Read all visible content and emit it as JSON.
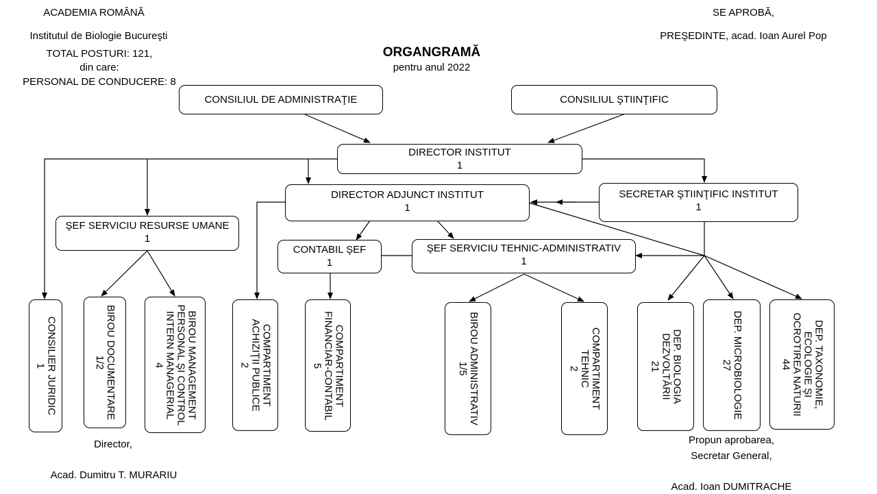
{
  "header": {
    "academy": "ACADEMIA ROMÂNĂ",
    "institute": "Institutul de Biologie Bucureşti",
    "total_posts": "TOTAL POSTURI: 121,",
    "of_which": "din care:",
    "management_staff": "PERSONAL DE CONDUCERE: 8",
    "approved": "SE APROBĂ,",
    "president": "PREŞEDINTE, acad. Ioan Aurel Pop",
    "title": "ORGANGRAMĂ",
    "subtitle": "pentru anul 2022"
  },
  "nodes": {
    "consiliu_admin": "CONSILIUL DE ADMINISTRAŢIE",
    "consiliu_stiintific": "CONSILIUL ŞTIINŢIFIC",
    "director": {
      "label": "DIRECTOR INSTITUT",
      "count": "1"
    },
    "director_adjunct": {
      "label": "DIRECTOR ADJUNCT INSTITUT",
      "count": "1"
    },
    "secretar_stiintific": {
      "label": "SECRETAR ŞTIINŢIFIC INSTITUT",
      "count": "1"
    },
    "sef_resurse_umane": {
      "label": "ŞEF SERVICIU RESURSE UMANE",
      "count": "1"
    },
    "contabil_sef": {
      "label": "CONTABIL ŞEF",
      "count": "1"
    },
    "sef_tehnic_admin": {
      "label": "ŞEF SERVICIU TEHNIC-ADMINISTRATIV",
      "count": "1"
    }
  },
  "units": [
    {
      "lines": [
        "CONSILIER JURIDIC",
        "1"
      ]
    },
    {
      "lines": [
        "BIROU DOCUMENTARE",
        "1/2"
      ]
    },
    {
      "lines": [
        "BIROU MANAGEMENT",
        "PERSONAL ŞI CONTROL",
        "INTERN MANAGERIAL",
        "4"
      ]
    },
    {
      "lines": [
        "COMPARTIMENT",
        "ACHIZIŢII PUBLICE",
        "2"
      ]
    },
    {
      "lines": [
        "COMPARTIMENT",
        "FINANCIAR-CONTABIL",
        "5"
      ]
    },
    {
      "lines": [
        "BIROU ADMINISTRATIV",
        "1/5"
      ]
    },
    {
      "lines": [
        "COMPARTIMENT",
        "TEHNIC",
        "2"
      ]
    },
    {
      "lines": [
        "DEP. BIOLOGIA",
        "DEZVOLTĂRII",
        "21"
      ]
    },
    {
      "lines": [
        "DEP. MICROBIOLOGIE",
        "27"
      ]
    },
    {
      "lines": [
        "DEP. TAXONOMIE,",
        "ECOLOGIE ŞI",
        "OCROTIREA NATURII",
        "44"
      ]
    }
  ],
  "footer": {
    "director_role": "Director,",
    "director_name": "Acad. Dumitru T. MURARIU",
    "propose": "Propun aprobarea,",
    "secretary_role": "Secretar General,",
    "secretary_name": "Acad. Ioan DUMITRACHE"
  }
}
